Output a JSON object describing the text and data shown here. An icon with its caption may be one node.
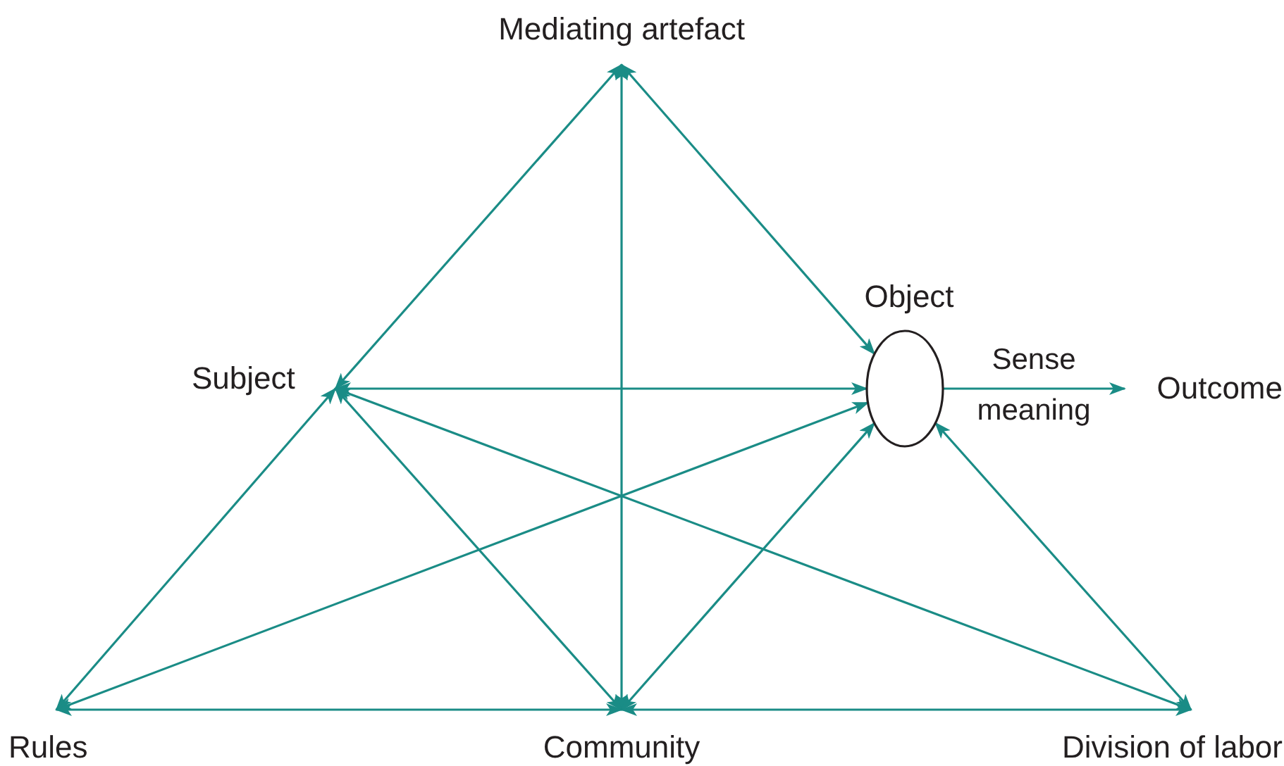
{
  "diagram": {
    "nodes": [
      {
        "text": [
          "Mediating artefact"
        ]
      },
      {
        "text": [
          "Subject"
        ]
      },
      {
        "text": [
          "Object"
        ]
      },
      {
        "text": [
          "Outcome"
        ]
      },
      {
        "text": [
          "Rules"
        ]
      },
      {
        "text": [
          "Community"
        ]
      },
      {
        "text": [
          "Division of labor"
        ]
      }
    ],
    "edges": [
      {
        "from": 0,
        "to": 1,
        "arrow": "both"
      },
      {
        "from": 0,
        "to": 2,
        "arrow": "both"
      },
      {
        "from": 0,
        "to": 5,
        "arrow": "both"
      },
      {
        "from": 1,
        "to": 2,
        "arrow": "both"
      },
      {
        "from": 1,
        "to": 4,
        "arrow": "both"
      },
      {
        "from": 1,
        "to": 5,
        "arrow": "both"
      },
      {
        "from": 1,
        "to": 6,
        "arrow": "both"
      },
      {
        "from": 2,
        "to": 4,
        "arrow": "both"
      },
      {
        "from": 2,
        "to": 5,
        "arrow": "both"
      },
      {
        "from": 2,
        "to": 6,
        "arrow": "both"
      },
      {
        "from": 2,
        "to": 3,
        "arrow": "to",
        "label": "Sense meaning"
      },
      {
        "from": 4,
        "to": 5,
        "arrow": "both"
      },
      {
        "from": 5,
        "to": 6,
        "arrow": "both"
      }
    ]
  }
}
